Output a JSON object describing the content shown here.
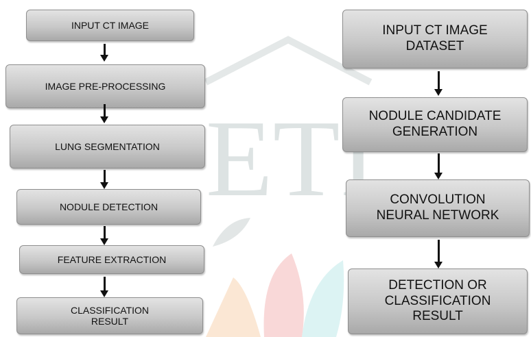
{
  "flowchart_left": {
    "steps": [
      "INPUT CT IMAGE",
      "IMAGE PRE-PROCESSING",
      "LUNG SEGMENTATION",
      "NODULE DETECTION",
      "FEATURE EXTRACTION",
      "CLASSIFICATION\nRESULT"
    ]
  },
  "flowchart_right": {
    "steps": [
      "INPUT CT IMAGE\nDATASET",
      "NODULE CANDIDATE\nGENERATION",
      "CONVOLUTION\nNEURAL NETWORK",
      "DETECTION OR\nCLASSIFICATION\nRESULT"
    ]
  },
  "watermark": {
    "text": "ETI",
    "colors": {
      "text": "#dde3e3",
      "orange": "#f7c9a0",
      "red": "#f4b8b8",
      "cyan": "#c4ebeb"
    }
  }
}
